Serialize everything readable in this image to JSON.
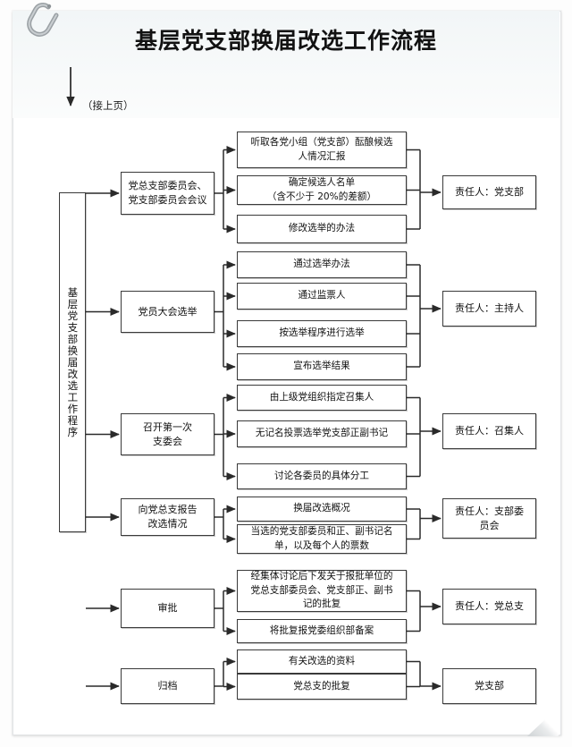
{
  "page": {
    "title": "基层党支部换届改选工作流程",
    "continued_note": "（接上页）",
    "spine_label": "基层党支部换届改选工作程序",
    "paperclip_icon": "paperclip-icon",
    "accent_color": "#3a3a3a",
    "page_background": "#ffffff"
  },
  "groups": [
    {
      "stage": "党总支部委员会、\n党支部委员会会议",
      "stage_lines": [
        "党总支部委员会、",
        "党支部委员会会议"
      ],
      "owner": "责任人：党支部",
      "owner_lines": [
        "责任人：党支部"
      ],
      "details": [
        {
          "lines": [
            "听取各党小组（党支部）酝酿候选",
            "人情况汇报"
          ]
        },
        {
          "lines": [
            "确定候选人名单",
            "（含不少于 20%的差额）"
          ]
        },
        {
          "lines": [
            "修改选举的办法"
          ]
        }
      ]
    },
    {
      "stage": "党员大会选举",
      "stage_lines": [
        "党员大会选举"
      ],
      "owner": "责任人：主持人",
      "owner_lines": [
        "责任人：主持人"
      ],
      "details": [
        {
          "lines": [
            "通过选举办法"
          ]
        },
        {
          "lines": [
            "通过监票人"
          ]
        },
        {
          "lines": [
            "按选举程序进行选举"
          ]
        },
        {
          "lines": [
            "宣布选举结果"
          ]
        }
      ]
    },
    {
      "stage": "召开第一次\n支委会",
      "stage_lines": [
        "召开第一次",
        "支委会"
      ],
      "owner": "责任人：召集人",
      "owner_lines": [
        "责任人：召集人"
      ],
      "details": [
        {
          "lines": [
            "由上级党组织指定召集人"
          ]
        },
        {
          "lines": [
            "无记名投票选举党支部正副书记"
          ]
        },
        {
          "lines": [
            "讨论各委员的具体分工"
          ]
        }
      ]
    },
    {
      "stage": "向党总支报告\n改选情况",
      "stage_lines": [
        "向党总支报告",
        "改选情况"
      ],
      "owner": "责任人：支部委\n员会",
      "owner_lines": [
        "责任人：支部委",
        "员会"
      ],
      "details": [
        {
          "lines": [
            "换届改选概况"
          ]
        },
        {
          "lines": [
            "当选的党支部委员和正、副书记名",
            "单，以及每个人的票数"
          ]
        }
      ]
    },
    {
      "stage": "审批",
      "stage_lines": [
        "审批"
      ],
      "owner": "责任人：党总支",
      "owner_lines": [
        "责任人：党总支"
      ],
      "details": [
        {
          "lines": [
            "经集体讨论后下发关于报批单位的",
            "党总支部委员会、党支部正、副书",
            "记的批复"
          ]
        },
        {
          "lines": [
            "将批复报党委组织部备案"
          ]
        }
      ]
    },
    {
      "stage": "归档",
      "stage_lines": [
        "归档"
      ],
      "owner": "党支部",
      "owner_lines": [
        "党支部"
      ],
      "details": [
        {
          "lines": [
            "有关改选的资料"
          ]
        },
        {
          "lines": [
            "党总支的批复"
          ]
        }
      ]
    }
  ]
}
